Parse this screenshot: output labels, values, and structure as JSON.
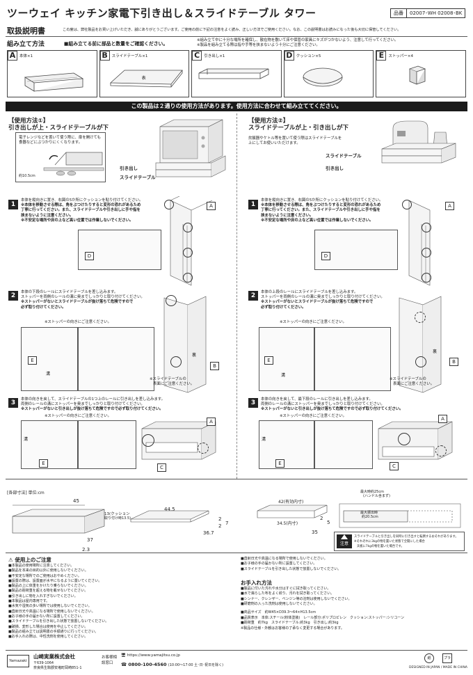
{
  "header": {
    "title": "ツーウェイ キッチン家電下引き出し＆スライドテーブル タワー",
    "code_label": "品番",
    "code_value": "02007･WH 02008･BK",
    "manual": "取扱説明書",
    "intro": "この度は、弊社製品をお買い上げいただき、誠にありがとうございます。ご使用の前に下記の注意をよく読み、正しい方法でご使用ください。なお、この説明書はお読みになった後も大切に保管してください。"
  },
  "assembly": {
    "heading": "組み立て方法",
    "check": "■組み立てる前に部品と数量をご確認ください。",
    "note1": "※組み立て中に十分な場所を確保し、散在物を敷いて床や保管の家具にキズがつかないよう、注意して行ってください。",
    "note2": "※製品を組み立てる際は指や手等を挟まないよう十分にご注意ください。"
  },
  "parts": [
    {
      "id": "A",
      "name": "本体×1"
    },
    {
      "id": "B",
      "name": "スライドテーブル×1",
      "tag": "表"
    },
    {
      "id": "C",
      "name": "引き出し×1"
    },
    {
      "id": "D",
      "name": "クッション×5"
    },
    {
      "id": "E",
      "name": "ストッパー×4"
    }
  ],
  "band": "この製品は２通りの使用方法があります。使用方法に合わせて組み立ててください。",
  "usage1": {
    "title": "【使用方法①】",
    "sub": "引き出しが上・スライドテーブルが下",
    "desc1": "電子レンジなどを置いて使う際に、扉を開けても",
    "desc2": "食器などにぶつかりにくくなります。",
    "height": "約10.5cm",
    "lbl_drawer": "引き出し",
    "lbl_table": "スライドテーブル"
  },
  "usage2": {
    "title": "【使用方法②】",
    "sub": "スライドテーブルが上・引き出しが下",
    "desc1": "炊飯器やケトル等を置いて使う際はスライドテーブルを",
    "desc2": "上にしてお使いいただけます。",
    "lbl_table": "スライドテーブル",
    "lbl_drawer": "引き出し"
  },
  "step1": {
    "num": "1",
    "l1": "本体を縦向きに置き、右図の5か所にクッションを貼り付けてください。",
    "l2": "※本体を移動させる際は、角をぶつけたりすると変形の恐れがあるため",
    "l3": "丁寧に行ってください。また、スライドテーブルや引き出しに手や指を",
    "l4": "挟まないように注意ください。",
    "l5": "※不安定な場所や床の上など高い位置では作業しないでください。"
  },
  "step2_left": {
    "num": "2",
    "l1": "本体の下段のレールにスライドテーブルを差し込みます。",
    "l2": "ストッパーを両側のレールの溝に奥までしっかりと取り付けてください。",
    "l3": "※ストッパーがないとスライドテーブルが抜け落ちて危険ですので",
    "l4": "必ず取り付けてください。",
    "l5": "※ストッパーの向きにご注意ください。",
    "groove": "溝",
    "note": "※スライドテーブルの",
    "note2": "表面にご注意ください。",
    "back": "裏"
  },
  "step2_right": {
    "num": "2",
    "l1": "本体の上段のレールにスライドテーブルを差し込みます。",
    "l2": "ストッパーを両側のレールの溝に奥までしっかりと取り付けてください。",
    "l3": "※ストッパーがないとスライドテーブルが抜け落ちて危険ですので",
    "l4": "必ず取り付けてください。",
    "l5": "※ストッパーの向きにご注意ください。",
    "groove": "溝",
    "note": "※スライドテーブルの",
    "note2": "表面にご注意ください。",
    "back": "裏"
  },
  "step3_left": {
    "num": "3",
    "l1": "本体の向きを戻して、スライドテーブルの1つ上のレールに引き出しを差し込みます。",
    "l2": "両側のレールの溝にストッパーを奥までしっかりと取り付けてください。",
    "l3": "※ストッパーがないと引き出しが抜け落ちて危険ですので必ず取り付けてください。",
    "l4": "※ストッパーの向きにご注意ください。",
    "groove": "溝"
  },
  "step3_right": {
    "num": "3",
    "l1": "本体の向きを戻して、最下段のレールに引き出しを差し込みます。",
    "l2": "両側のレールの溝にストッパーを奥までしっかりと取り付けてください。",
    "l3": "※ストッパーがないと引き出しが抜け落ちて危険ですので必ず取り付けてください。",
    "l4": "※ストッパーの向きにご注意ください。",
    "groove": "溝"
  },
  "dims": {
    "label": "[各部寸法]",
    "unit": "単位:cm",
    "w45": "45",
    "h13": "13(クッション",
    "h13b": "取り付け時13.5)",
    "d37": "37",
    "d23": "2.3",
    "t445": "44.5",
    "t367": "36.7",
    "t2": "2",
    "t7": "7",
    "t2b": "2",
    "d42": "42(有効内寸)",
    "d345": "34.5(内寸)",
    "d2c": "2",
    "d5": "5",
    "d35": "35",
    "max": "最大時約25cm",
    "max2": "(ハンドル含まず)",
    "thin": "最大振出時",
    "thin2": "約20.5cm"
  },
  "warn": {
    "badge": "注意",
    "l1": "スライドテーブルと引き出しを同時に引き出すと転倒するおそれがあります。",
    "l2": "※それぞれに3kgの物を置いた状態で全開にした場合",
    "l3": "天板に7kgの物を置いた場合です。"
  },
  "caution": {
    "head": "使用上のご注意",
    "items": [
      "■本製品の使用場所に注意してください。",
      "■製品を本来の目的以外に使用しないでください。",
      "■不安定な場所でのご使用はおやめください。",
      "■設置の際は、設置面が水平になるように置いてください。",
      "■製品の上に体重をかけたり乗らないでください。",
      "■製品の耐荷重を超える物を載せないでください。",
      "■引き出しに物を入れすぎないでください。",
      "■本製品は屋内専用です。",
      "■水気や湿気の多い場所では使用しないでください。",
      "■直射日光や高温になる場所で使用しないでください。",
      "■お子様の手の届かない所に設置してください。",
      "■スライドテーブルを引き出した状態で放置しないでください。",
      "■破損、変形した場合は使用を中止してください。",
      "■製品の組み立ては説明書の手順通りに行ってください。",
      "■お手入れの際は、中性洗剤を使用してください。"
    ]
  },
  "care": {
    "head": "お手入れ方法",
    "items": [
      "■製品に付いた汚れや水分はすぐに拭き取ってください。",
      "■水で濡らした布をよく絞り、汚れを拭き取ってください。",
      "■シンナー、クレンザー、ベンジン等の溶剤は使用しないでください。",
      "■研磨剤の入った洗剤は使用しないでください。"
    ]
  },
  "spec": {
    "size": "■商品サイズ　約W45×D39.3〜64×H13.5cm",
    "material": "■品質表示　本体:スチール(粉体塗装)　レール部分:ポリプロピレン　クッション:ストッパー:シリコーン",
    "load": "■耐荷重　約7kg　スライドテーブル:約3kg　引き出し:約3kg",
    "note": "※製品の仕様・外観はお客様の了承なく変更する場合があります。"
  },
  "footer": {
    "brand": "Yamazaki",
    "company": "山崎実業株式会社",
    "postal": "〒639-1064",
    "address": "奈良県生駒郡安堵町岡崎851-1",
    "contact": "お客様相談窓口",
    "url": "https://www.yamajitsu.co.jp",
    "tel": "0800-100-4560",
    "hours": "(10:00〜17:00 土･日･祝日を除く)",
    "origin": "DESIGNED IN JAPAN / MADE IN CHINA"
  }
}
